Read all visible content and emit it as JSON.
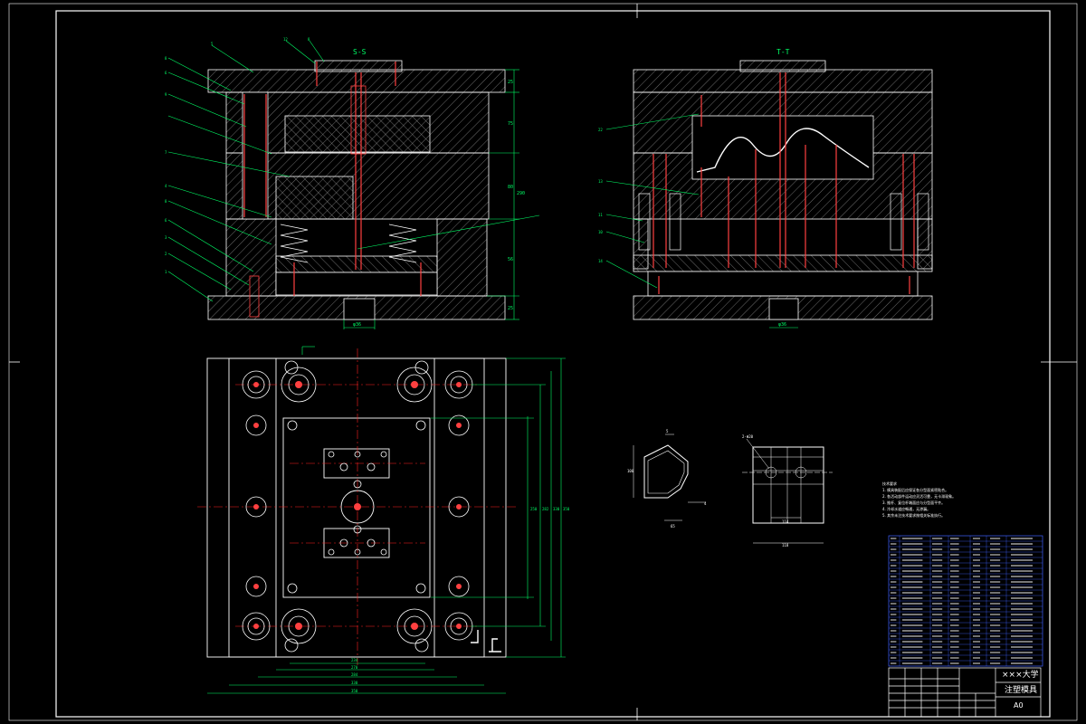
{
  "colors": {
    "background": "#000000",
    "outline": "#ffffff",
    "hatch": "#bbbbbb",
    "center_line": "#ff2020",
    "dimension": "#00ff66",
    "leader": "#00ff66",
    "pin": "#ff4040",
    "table_line": "#4060ff"
  },
  "views": {
    "section_s": "S-S",
    "section_t": "T-T"
  },
  "leaders_left": [
    "5",
    "8",
    "6",
    "9",
    "7",
    "4",
    "8",
    "6",
    "3",
    "2",
    "1",
    "12",
    "8"
  ],
  "leaders_right": [
    "22",
    "13",
    "11",
    "10",
    "14"
  ],
  "dims_section_s": [
    "25",
    "75",
    "80",
    "290",
    "56",
    "25"
  ],
  "dims_plan_w": [
    "234",
    "270",
    "284",
    "330",
    "350"
  ],
  "dims_plan_h": [
    "250",
    "282",
    "330",
    "350"
  ],
  "dim_bottom_bore": "φ36",
  "dim_bottom_bore_t": "φ36",
  "part_view": {
    "left_dims": [
      "5",
      "100",
      "65",
      "4"
    ],
    "right_dims": [
      "2-Φ20",
      "114",
      "118"
    ]
  },
  "notes_title": "技术要求",
  "notes": [
    "1. 模具装配后应保证各分型面紧密贴合。",
    "2. 各活动部件运动应灵活可靠，无卡滞现象。",
    "3. 推杆、复位杆端面应与分型面平齐。",
    "4. 冷却水道应畅通，无渗漏。",
    "5. 其余未注技术要求按相关标准执行。"
  ],
  "title_block": {
    "school": "×××大学",
    "drawing_name": "注塑模具",
    "sheet": "A0"
  }
}
